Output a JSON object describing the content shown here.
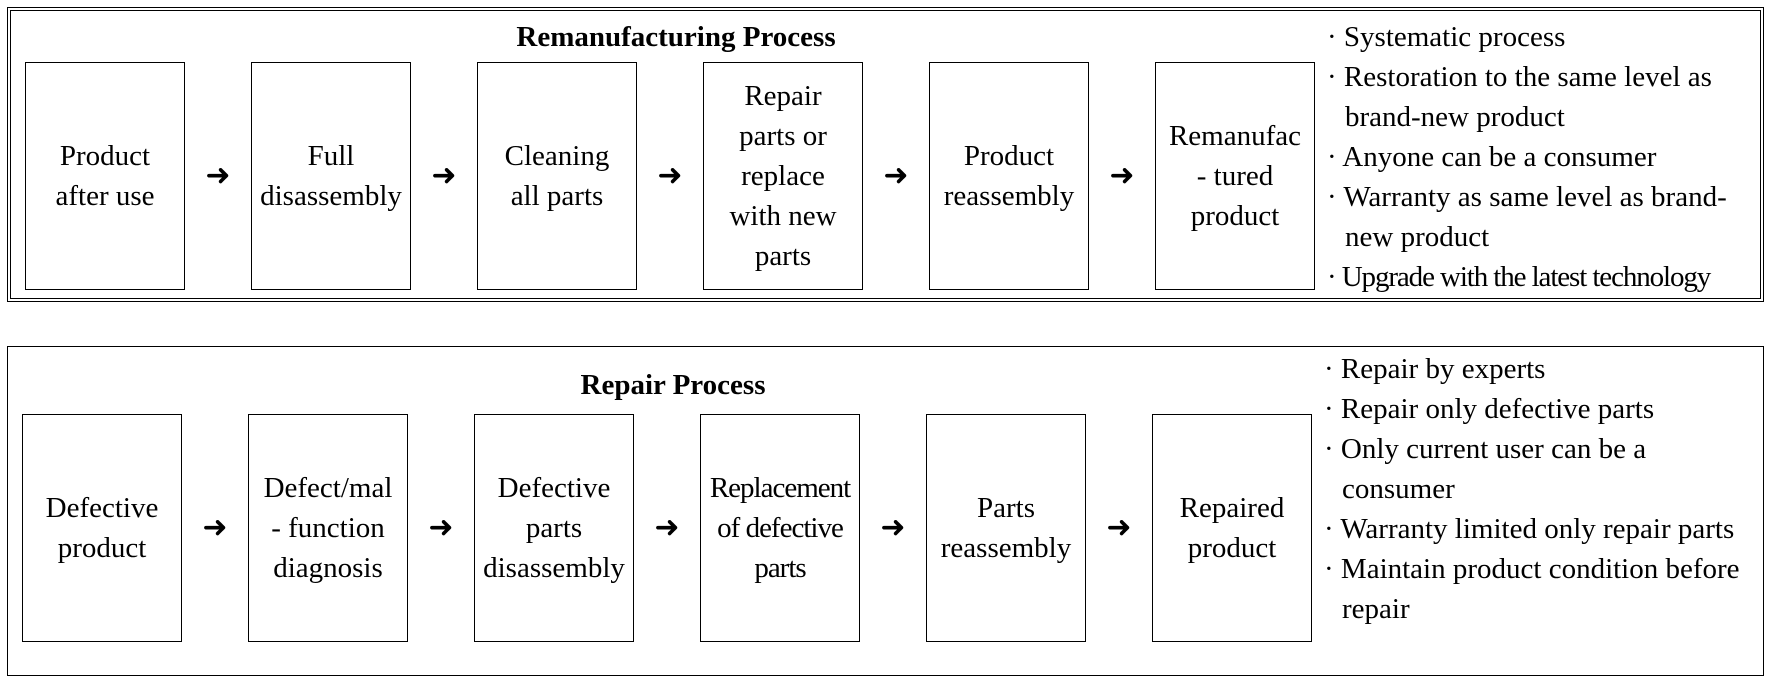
{
  "remanufacturing": {
    "title": "Remanufacturing Process",
    "steps": [
      "Product\nafter use",
      "Full\ndisassembly",
      "Cleaning\nall parts",
      "Repair\nparts or\nreplace\nwith new\nparts",
      "Product\nreassembly",
      "Remanufac\n- tured\nproduct"
    ],
    "arrow": "➜",
    "notes": [
      "· Systematic process",
      "· Restoration to the same level as brand-new product",
      "· Anyone can be a consumer",
      "· Warranty as same level as brand-new product",
      "· Upgrade with the latest technology"
    ]
  },
  "repair": {
    "title": "Repair Process",
    "steps": [
      "Defective\nproduct",
      "Defect/mal\n- function\ndiagnosis",
      "Defective\nparts\ndisassembly",
      "Replacement\nof defective\nparts",
      "Parts\nreassembly",
      "Repaired\nproduct"
    ],
    "arrow": "➜",
    "notes": [
      "· Repair by experts",
      "· Repair only defective parts",
      "· Only current user can be a consumer",
      "· Warranty limited only repair parts",
      "· Maintain product condition before repair"
    ]
  }
}
